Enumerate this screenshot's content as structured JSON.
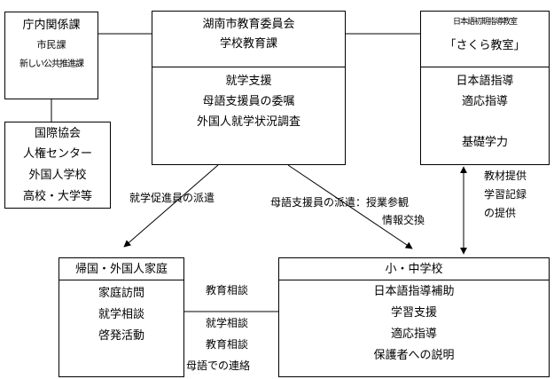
{
  "boxes": {
    "city_office": {
      "title": "庁内関係課",
      "items": [
        "市民課",
        "新しい公共推進課"
      ]
    },
    "intl": {
      "items": [
        "国際協会",
        "人権センター",
        "外国人学校",
        "高校・大学等"
      ]
    },
    "board": {
      "title": "湖南市教育委員会",
      "subtitle": "学校教育課",
      "items": [
        "就学支援",
        "母語支援員の委嘱",
        "外国人就学状況調査"
      ]
    },
    "sakura": {
      "title_small": "日本語初期指導教室",
      "title": "「さくら教室」",
      "items": [
        "日本語指導",
        "適応指導",
        "基礎学力"
      ]
    },
    "family": {
      "title": "帰国・外国人家庭",
      "items": [
        "家庭訪問",
        "就学相談",
        "啓発活動"
      ]
    },
    "school": {
      "title": "小・中学校",
      "items": [
        "日本語指導補助",
        "学習支援",
        "適応指導",
        "保護者への説明"
      ]
    }
  },
  "labels": {
    "dispatch_promoter": "就学促進員の派遣",
    "dispatch_mother_tongue": "母語支援員の派遣：授業参観",
    "info_exchange": "情報交換",
    "materials": [
      "教材提供",
      "学習記録",
      "の提供"
    ],
    "edu_consult": "教育相談",
    "mid": [
      "就学相談",
      "教育相談",
      "母語での連絡"
    ]
  }
}
